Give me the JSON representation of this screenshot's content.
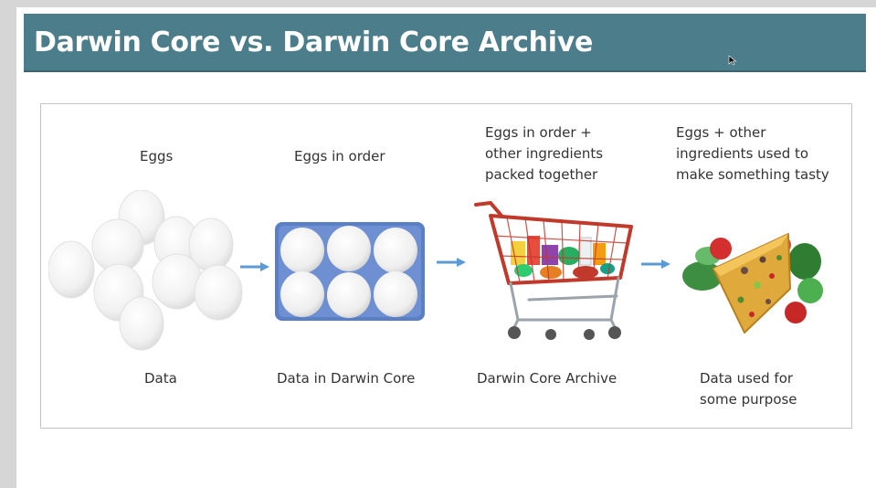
{
  "slide": {
    "title": "Darwin Core vs. Darwin Core Archive"
  },
  "colors": {
    "title_bar": "#4b7e8a",
    "arrow": "#5b9bd5",
    "egg_carton": "#5b7fc4"
  },
  "steps": [
    {
      "top_label": [
        "Eggs"
      ],
      "bottom_label": [
        "Data"
      ],
      "icon": "loose-eggs-image"
    },
    {
      "top_label": [
        "Eggs in order"
      ],
      "bottom_label": [
        "Data in Darwin Core"
      ],
      "icon": "egg-carton-image"
    },
    {
      "top_label": [
        "Eggs in order +",
        "other ingredients",
        "packed together"
      ],
      "bottom_label": [
        "Darwin Core Archive"
      ],
      "icon": "shopping-cart-image"
    },
    {
      "top_label": [
        "Eggs + other",
        "ingredients used to",
        "make something tasty"
      ],
      "bottom_label": [
        "Data used for",
        "some purpose"
      ],
      "icon": "frittata-dish-image"
    }
  ]
}
